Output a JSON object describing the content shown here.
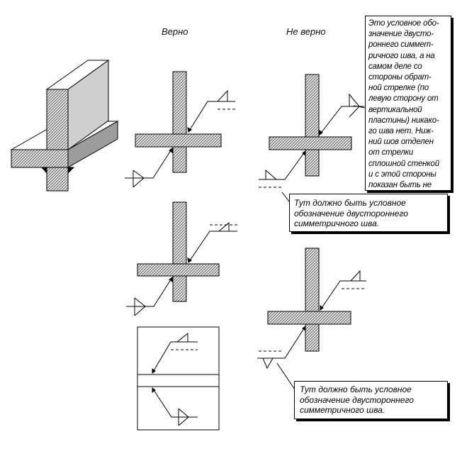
{
  "headers": {
    "correct": "Верно",
    "incorrect": "Не верно"
  },
  "notes": {
    "main": [
      "Это условное обо-",
      "значение двусто-",
      "роннего симмет-",
      "ричного шва, а на",
      "самом деле со",
      "стороны обрат-",
      "ной стрелке (по",
      "левую сторону от",
      "вертикальной",
      "пластины) никако-",
      "го шва нет. Ниж-",
      "ний шов отделен",
      "от стрелки",
      "сплошной стенкой",
      "и с этой стороны",
      "показан быть не"
    ],
    "middle": [
      "Тут должно быть условное",
      "обозначение двустороннего",
      "симметричного шва."
    ],
    "bottom": [
      "Тут должно быть условное",
      "обозначение двустороннего",
      "симметричного шва."
    ]
  }
}
